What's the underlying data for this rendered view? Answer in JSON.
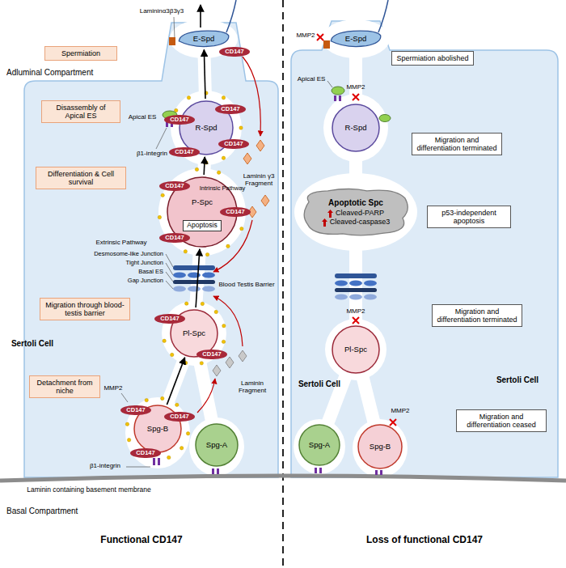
{
  "diagram": {
    "nodes": [
      {
        "text": [
          "E-Spd"
        ]
      },
      {
        "text": [
          "CD147"
        ],
        "in": 0
      },
      {
        "text": [
          "Spermiation"
        ]
      },
      {
        "text": [
          "Disassembly of Apical ES"
        ]
      },
      {
        "text": [
          "R-Spd"
        ]
      },
      {
        "text": [
          "CD147"
        ],
        "in": 4
      },
      {
        "text": [
          "CD147"
        ],
        "in": 4
      },
      {
        "text": [
          "CD147"
        ],
        "in": 4
      },
      {
        "text": [
          "CD147"
        ],
        "in": 4
      },
      {
        "text": [
          "Differentiation & Cell survival"
        ]
      },
      {
        "text": [
          "P-Spc"
        ]
      },
      {
        "text": [
          "Apoptosis"
        ],
        "in": 10
      },
      {
        "text": [
          "CD147"
        ],
        "in": 10
      },
      {
        "text": [
          "CD147"
        ],
        "in": 10
      },
      {
        "text": [
          "CD147"
        ],
        "in": 10
      },
      {
        "text": [
          "Migration through blood-testis barrier"
        ]
      },
      {
        "text": [
          "Pl-Spc"
        ]
      },
      {
        "text": [
          "CD147"
        ],
        "in": 16
      },
      {
        "text": [
          "CD147"
        ],
        "in": 16
      },
      {
        "text": [
          "Detachment from niche"
        ]
      },
      {
        "text": [
          "Spg-B"
        ]
      },
      {
        "text": [
          "CD147"
        ],
        "in": 20
      },
      {
        "text": [
          "CD147"
        ],
        "in": 20
      },
      {
        "text": [
          "CD147"
        ],
        "in": 20
      },
      {
        "text": [
          "Spg-A"
        ]
      },
      {
        "text": [
          "E-Spd"
        ]
      },
      {
        "text": [
          "Spermiation abolished"
        ]
      },
      {
        "text": [
          "R-Spd"
        ]
      },
      {
        "text": [
          "Migration and differentiation terminated"
        ]
      },
      {
        "text": [
          "Apoptotic Spc",
          "Cleaved-PARP",
          "Cleaved-caspase3"
        ]
      },
      {
        "text": [
          "p53-independent apoptosis"
        ]
      },
      {
        "text": [
          "Pl-Spc"
        ]
      },
      {
        "text": [
          "Migration and differentiation terminated"
        ]
      },
      {
        "text": [
          "Spg-A"
        ]
      },
      {
        "text": [
          "Spg-B"
        ]
      },
      {
        "text": [
          "Migration and differentiation ceased"
        ]
      }
    ],
    "edges": [
      {
        "from": 20,
        "to": 16,
        "arrow": "to"
      },
      {
        "from": 16,
        "to": 10,
        "arrow": "to"
      },
      {
        "from": 10,
        "to": 4,
        "arrow": "to"
      },
      {
        "from": 4,
        "to": 0,
        "arrow": "to"
      }
    ],
    "labels": [
      "Adluminal Compartment",
      "Lamininα3β3γ3",
      "Apical ES",
      "β1-integrin",
      "Intrinsic Pathway",
      "Laminin γ3 Fragment",
      "Extrinsic Pathway",
      "Desmosome-like Junction",
      "Tight Junction",
      "Basal ES",
      "Gap Junction",
      "Blood Testis Barrier",
      "Sertoli Cell",
      "MMP2",
      "Laminin Fragment",
      "β1-integrin",
      "Laminin containing basement membrane",
      "Basal Compartment",
      "Functional CD147",
      "MMP2",
      "Apical ES",
      "MMP2",
      "Sertoli Cell",
      "Sertoli Cell",
      "MMP2",
      "MMP2",
      "Loss of functional CD147"
    ]
  }
}
